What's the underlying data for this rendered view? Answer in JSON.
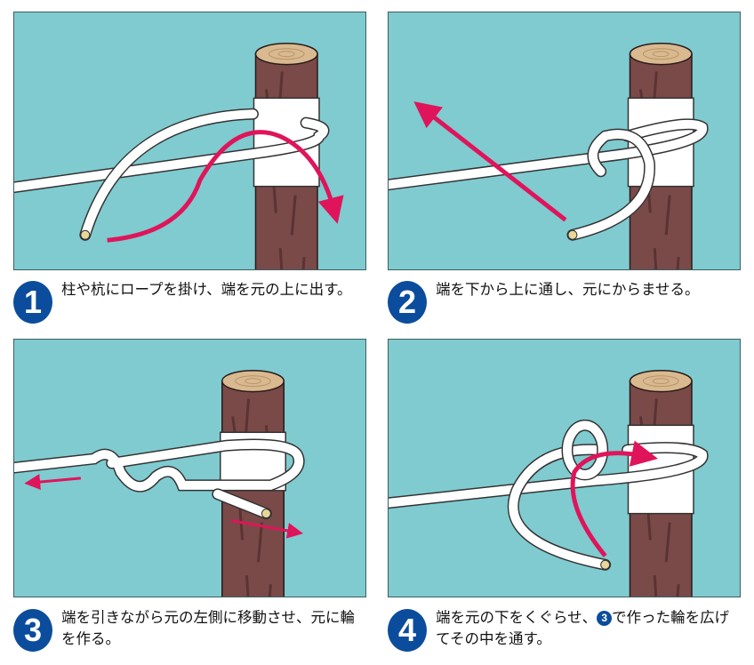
{
  "steps": [
    {
      "number": "1",
      "text": "柱や杭にロープを掛け、端を元の上に出す。"
    },
    {
      "number": "2",
      "text": "端を下から上に通し、元にからませる。"
    },
    {
      "number": "3",
      "text": "端を引きながら元の左側に移動させ、元に輪を作る。"
    },
    {
      "number": "4",
      "text_before": "端を元の下をくぐらせ、",
      "ref": "3",
      "text_after": "で作った輪を広げてその中を通す。"
    }
  ],
  "colors": {
    "background": "#7fcbd0",
    "badge": "#0b4d9c",
    "arrow": "#e0145a",
    "post": "#7a4a48",
    "rope": "#ffffff"
  }
}
